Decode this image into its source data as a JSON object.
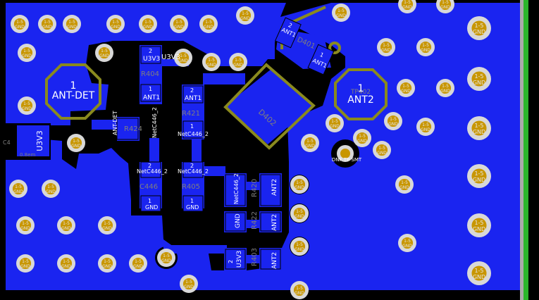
{
  "colors": {
    "copper": "#1a24f0",
    "void": "#000000",
    "via_ring": "#d8d8d8",
    "via_hole": "#c89600",
    "silk": "#8a8a1e",
    "pad": "#1a24f0",
    "edge_green": "#2bb52b",
    "edge_gray": "#aaaaaa"
  },
  "via_net": "GND",
  "via_label": "1-5",
  "testpoints": {
    "ant_det": {
      "pin": "1",
      "net": "ANT-DET"
    },
    "ant2": {
      "pin": "1",
      "net": "ANT2",
      "ref": "TP402"
    },
    "tp_small": {
      "label": "DNF TP SMT"
    }
  },
  "components": {
    "u3v3_left": {
      "net": "U3V3",
      "ref": "C4",
      "val": "0.8em"
    },
    "r404": {
      "ref": "R404",
      "pin2": "2",
      "net2": "U3V3",
      "pin1": "1",
      "net1": "ANT1"
    },
    "r421": {
      "ref": "R421",
      "pin2": "2",
      "net2": "ANT1",
      "pin1": "1",
      "net1": "NetC446_2"
    },
    "r424": {
      "ref": "R424",
      "net_a": "ANT-DET",
      "net_b": "NetC446_2"
    },
    "c446": {
      "ref": "C446",
      "pin2": "2",
      "net2": "NetC446_2",
      "pin1": "1",
      "net1": "GND"
    },
    "r405": {
      "ref": "R405",
      "pin2": "2",
      "net2": "NetC446_2",
      "pin1": "1",
      "net1": "GND"
    },
    "d402": {
      "ref": "D402"
    },
    "d401": {
      "ref": "D401",
      "pin2": "2",
      "net2": "ANT1",
      "pin1": "1",
      "net1": "ANT1"
    },
    "r420": {
      "ref": "R420",
      "net_a": "NetC446_2",
      "net_b": "ANT2"
    },
    "r422": {
      "ref": "R422",
      "net_a": "GND",
      "net_b": "ANT2"
    },
    "r403": {
      "ref": "R403",
      "net_a": "U3V3",
      "net_b": "ANT2",
      "pin2": "2"
    },
    "u3v3_mid": {
      "net": "U3V3"
    }
  }
}
